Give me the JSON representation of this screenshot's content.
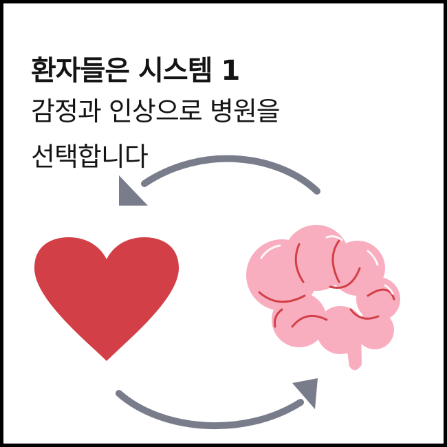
{
  "headline": {
    "line1": "환자들은 시스템 1",
    "line2": "감정과 인상으로 병원을",
    "line3": "선택합니다"
  },
  "colors": {
    "heart": "#d23f47",
    "brain_fill": "#f9aec0",
    "brain_lines": "#d23f47",
    "arrow": "#797c8b",
    "text": "#141414"
  },
  "icons": {
    "heart": "heart-icon",
    "brain": "brain-icon",
    "arrow_top": "curved-arrow-left-icon",
    "arrow_bottom": "curved-arrow-right-icon"
  }
}
